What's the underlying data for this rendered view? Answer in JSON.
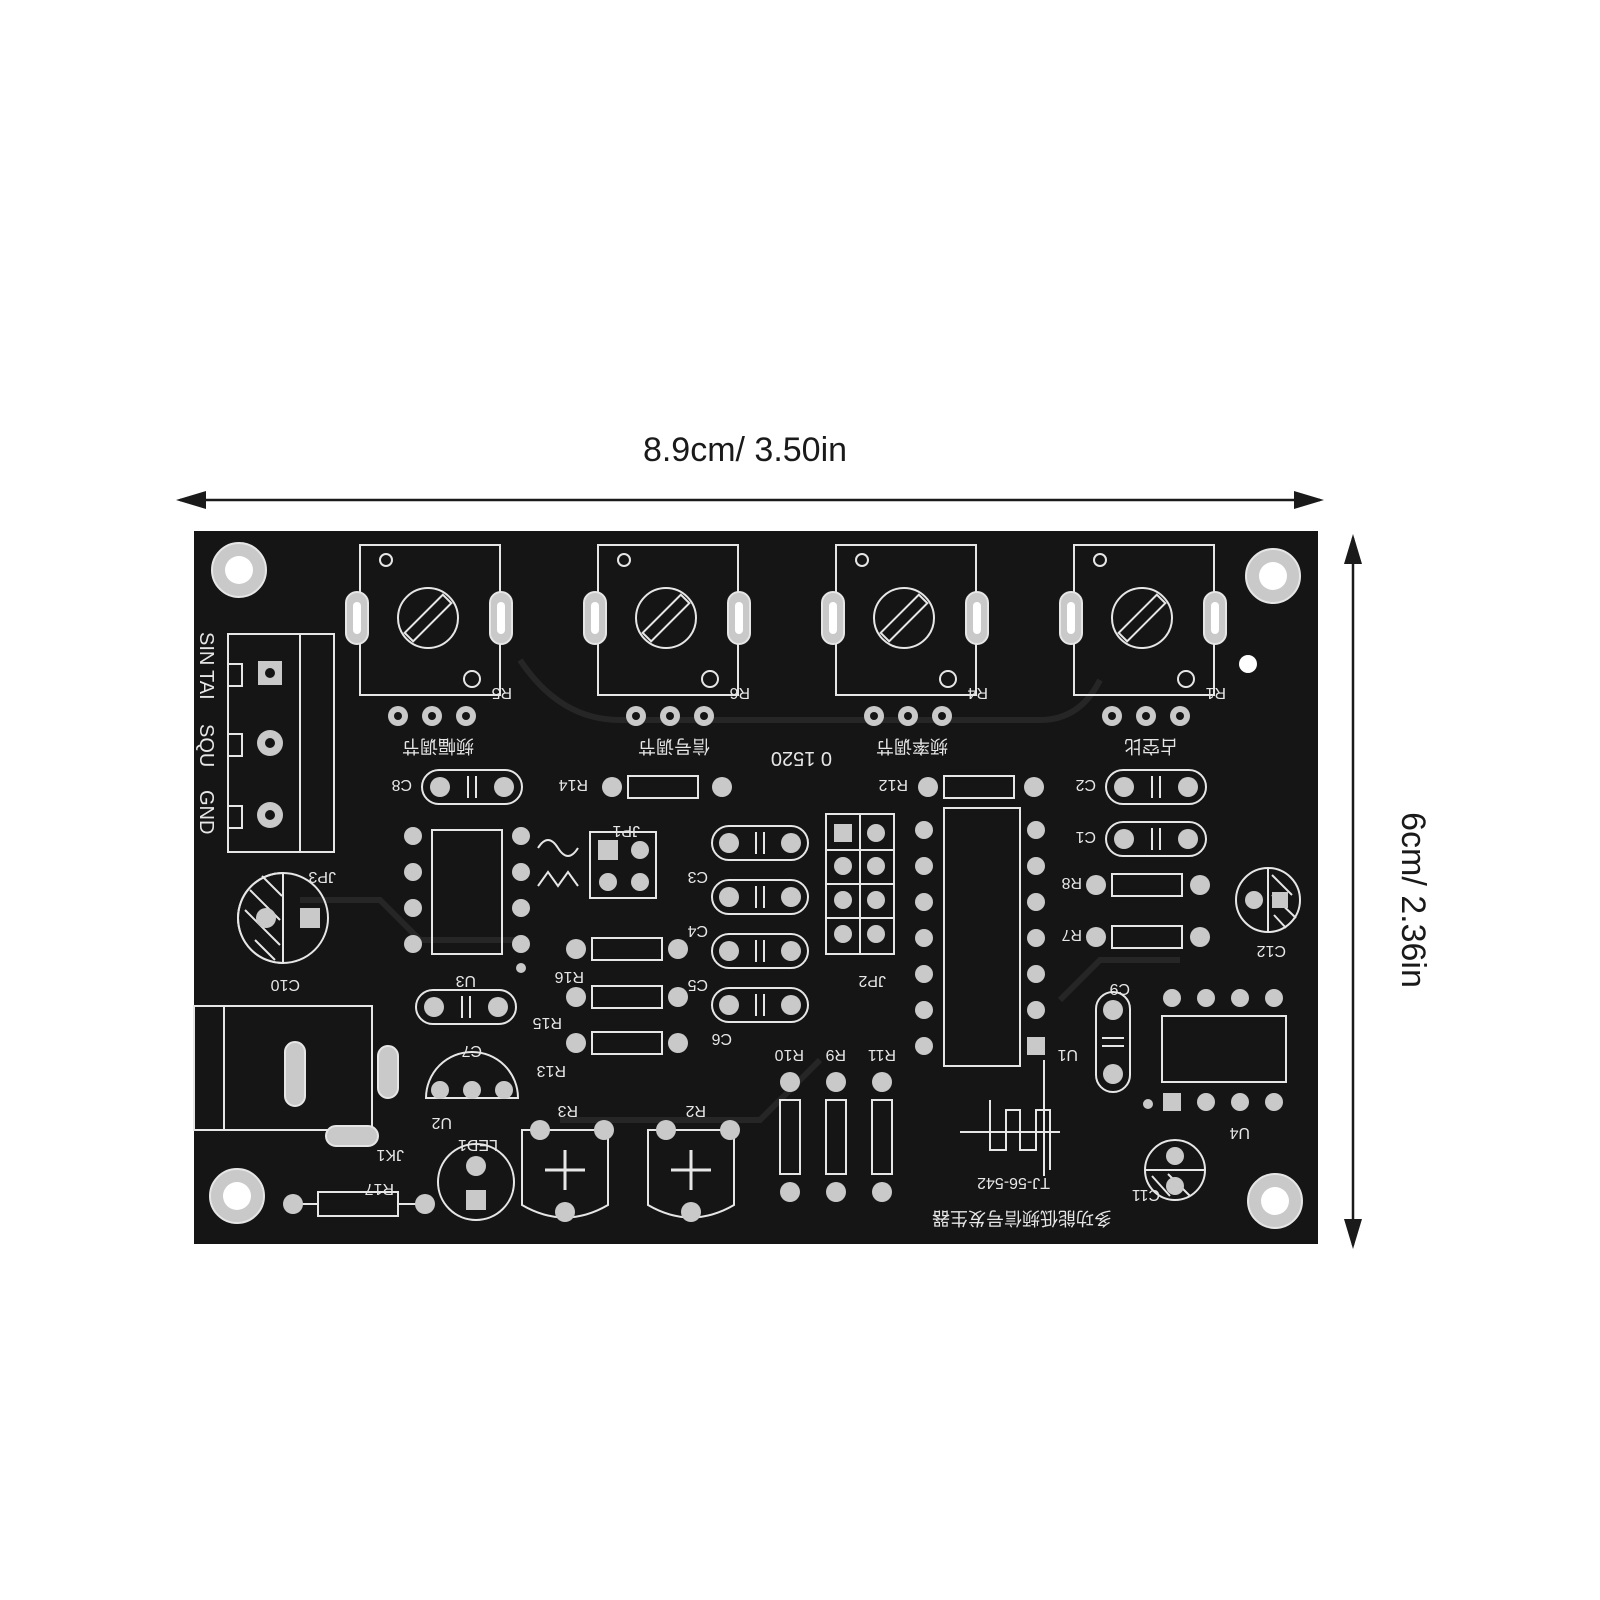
{
  "dimensions": {
    "width_label": "8.9cm/ 3.50in",
    "height_label": "6cm/ 2.36in"
  },
  "board": {
    "colors": {
      "pcb": "#151515",
      "silkscreen": "#e6e6e6",
      "pad": "#c9c9c9",
      "hole": "#ffffff"
    },
    "header_labels": [
      "SIN",
      "TAI",
      "SQU",
      "GND"
    ],
    "header_designator": "JP3",
    "potentiometers": [
      "R5",
      "R6",
      "R4",
      "R1"
    ],
    "pot_captions": [
      "频幅调节",
      "信号调节",
      "频率调节",
      "占空比"
    ],
    "capacitors": [
      "C8",
      "C3",
      "C4",
      "C5",
      "C6",
      "C2",
      "C1",
      "C7",
      "C9",
      "C10",
      "C11",
      "C12"
    ],
    "resistors": [
      "R14",
      "R12",
      "R16",
      "R15",
      "R13",
      "R8",
      "R7",
      "R10",
      "R9",
      "R11",
      "R17"
    ],
    "trimmers": [
      "R3",
      "R2"
    ],
    "jumpers": [
      "JP1",
      "JP2"
    ],
    "ics": [
      "U3",
      "U1",
      "U4",
      "U2"
    ],
    "jack": "JK1",
    "led": "LED1",
    "date_code": "0 1520",
    "model": "TJ-56-542",
    "title_cn": "多功能低频信号发生器"
  }
}
